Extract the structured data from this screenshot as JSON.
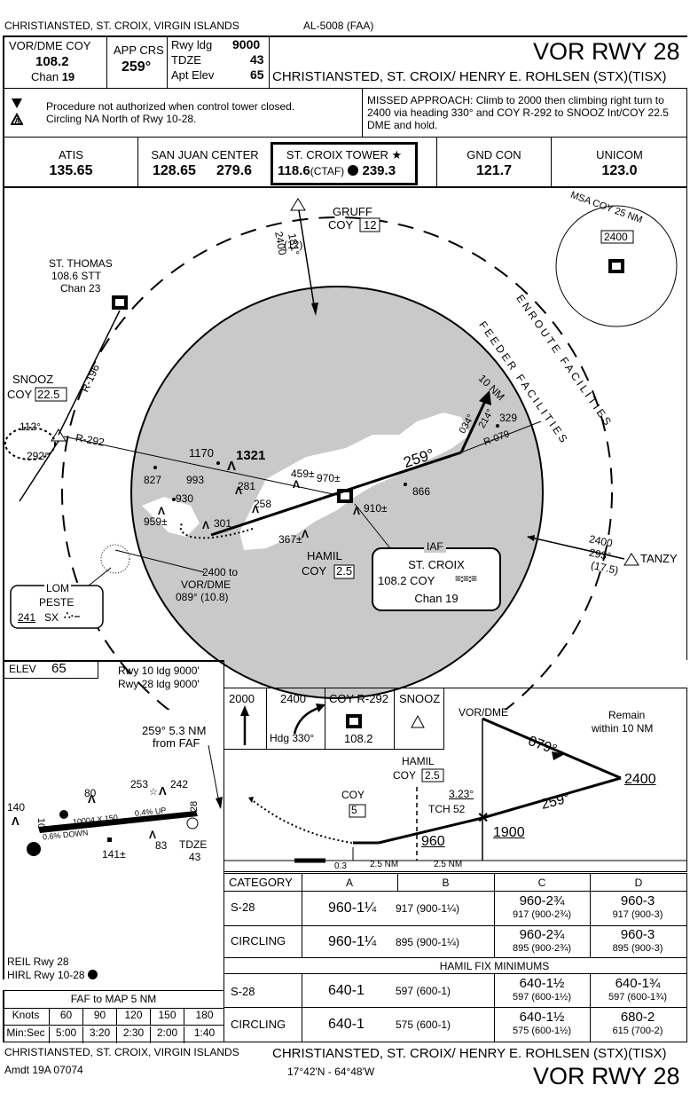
{
  "header": {
    "location": "CHRISTIANSTED, ST. CROIX, VIRGIN ISLANDS",
    "chart_id": "AL-5008 (FAA)",
    "title": "VOR RWY 28",
    "airport": "CHRISTIANSTED, ST. CROIX/ HENRY E. ROHLSEN (STX)(TISX)"
  },
  "briefing": {
    "nav_label": "VOR/DME  COY",
    "nav_freq": "108.2",
    "nav_chan_prefix": "Chan",
    "nav_chan": "19",
    "app_crs_label": "APP CRS",
    "app_crs": "259°",
    "rwy_ldg_label": "Rwy ldg",
    "rwy_ldg": "9000",
    "tdze_label": "TDZE",
    "tdze": "43",
    "apt_elev_label": "Apt Elev",
    "apt_elev": "65",
    "note1": "Procedure not authorized when control tower closed.",
    "note2": "Circling NA North of Rwy 10-28.",
    "missed_approach": "MISSED APPROACH: Climb to 2000 then climbing right turn to 2400 via heading 330° and COY R-292 to SNOOZ Int/COY 22.5 DME and hold."
  },
  "comms": {
    "atis_label": "ATIS",
    "atis": "135.65",
    "sanjuan_label": "SAN JUAN CENTER",
    "sanjuan1": "128.65",
    "sanjuan2": "279.6",
    "tower_label": "ST. CROIX TOWER ★",
    "tower1": "118.6",
    "tower_ctaf": "(CTAF)",
    "tower2": "239.3",
    "gnd_label": "GND CON",
    "gnd": "121.7",
    "unicom_label": "UNICOM",
    "unicom": "123.0"
  },
  "plan": {
    "gruff": "GRUFF",
    "gruff_coy": "COY",
    "gruff_dme": "12",
    "gruff_course": "181°",
    "gruff_alt": "2400",
    "gruff_dist": "(12)",
    "msa": "MSA COY 25 NM",
    "msa_alt": "2400",
    "stthomas": "ST. THOMAS",
    "stthomas_freq": "108.6  STT",
    "stthomas_chan": "Chan 23",
    "r196": "R-196",
    "snooz": "SNOOZ",
    "snooz_coy": "COY",
    "snooz_dme": "22.5",
    "hold_112": "112°",
    "hold_292": "292°",
    "r292": "R-292",
    "enroute": "ENROUTE FACILITIES",
    "feeder": "FEEDER FACILITIES",
    "ten_nm": "10 NM",
    "c034": "034°",
    "c214": "214°",
    "r079": "R-079",
    "e329": "329",
    "e1170": "1170",
    "e1321": "1321",
    "e827": "827",
    "e993": "993",
    "e281": "281",
    "e930": "930",
    "e959": "959±",
    "e301": "301",
    "e258": "258",
    "e459": "459±",
    "e970": "970±",
    "e866": "866",
    "e910": "910±",
    "e367": "367±",
    "crs259": "259°",
    "hamil": "HAMIL",
    "hamil_coy": "COY",
    "hamil_dme": "2.5",
    "iaf": "IAF",
    "iaf_name": "ST. CROIX",
    "iaf_freq": "108.2  COY",
    "iaf_chan": "Chan 19",
    "tanzy": "TANZY",
    "tanzy_alt": "2400",
    "tanzy_crs": "293°",
    "tanzy_dist": "(17.5)",
    "lom": "LOM",
    "lom_name": "PESTE",
    "lom_freq": "241",
    "lom_id": "SX",
    "ma_line1": "2400 to",
    "ma_line2": "VOR/DME",
    "ma_line3": "089° (10.8)"
  },
  "airport": {
    "elev_label": "ELEV",
    "elev": "65",
    "rwy10": "Rwy 10 ldg 9000'",
    "rwy28": "Rwy 28 ldg 9000'",
    "faf_note1": "259° 5.3 NM",
    "faf_note2": "from FAF",
    "e140": "140",
    "e80": "80",
    "e253": "253",
    "e242": "242",
    "e83": "83",
    "e141": "141±",
    "rwy_dims": "10004 X 150",
    "grad_up": "0.4% UP",
    "grad_down": "0.6% DOWN",
    "rwy10_num": "10",
    "rwy28_num": "28",
    "tdze_label": "TDZE",
    "tdze": "43",
    "reil": "REIL Rwy 28",
    "hirl": "HIRL Rwy 10-28"
  },
  "timing": {
    "title": "FAF to MAP  5 NM",
    "knots_label": "Knots",
    "min_label": "Min:Sec",
    "knots": [
      "60",
      "90",
      "120",
      "150",
      "180"
    ],
    "times": [
      "5:00",
      "3:20",
      "2:30",
      "2:00",
      "1:40"
    ]
  },
  "profile": {
    "ma1": "2000",
    "ma2": "2400",
    "ma2_hdg": "Hdg 330°",
    "ma3_label": "COY R-292",
    "ma3_freq": "108.2",
    "ma4": "SNOOZ",
    "vordme": "VOR/DME",
    "remain1": "Remain",
    "remain2": "within 10 NM",
    "c079": "079°",
    "alt2400": "2400",
    "c259": "259°",
    "alt1900": "1900",
    "hamil": "HAMIL",
    "hamil_coy": "COY",
    "hamil_dme": "2.5",
    "gs": "3.23°",
    "tch": "TCH 52",
    "mda": "960",
    "coy": "COY",
    "coy_dme": "5",
    "d1": "0.3",
    "d2": "2.5 NM",
    "d3": "2.5 NM"
  },
  "minimums": {
    "category_label": "CATEGORY",
    "cats": [
      "A",
      "B",
      "C",
      "D"
    ],
    "s28_label": "S-28",
    "s28": [
      "960-1¼",
      "917 (900-1¼)",
      "960-2¾",
      "917 (900-2¾)",
      "960-3",
      "917 (900-3)"
    ],
    "circ_label": "CIRCLING",
    "circ": [
      "960-1¼",
      "895 (900-1¼)",
      "960-2¾",
      "895 (900-2¾)",
      "960-3",
      "895 (900-3)"
    ],
    "hamil_label": "HAMIL FIX MINIMUMS",
    "h_s28": [
      "640-1",
      "597 (600-1)",
      "640-1½",
      "597 (600-1½)",
      "640-1¾",
      "597 (600-1¾)"
    ],
    "h_circ": [
      "640-1",
      "575 (600-1)",
      "640-1½",
      "575 (600-1½)",
      "680-2",
      "615 (700-2)"
    ]
  },
  "footer": {
    "location": "CHRISTIANSTED, ST. CROIX, VIRGIN ISLANDS",
    "amdt": "Amdt 19A  07074",
    "airport": "CHRISTIANSTED, ST. CROIX/ HENRY E. ROHLSEN (STX)(TISX)",
    "coords": "17°42'N - 64°48'W",
    "title": "VOR RWY 28"
  }
}
